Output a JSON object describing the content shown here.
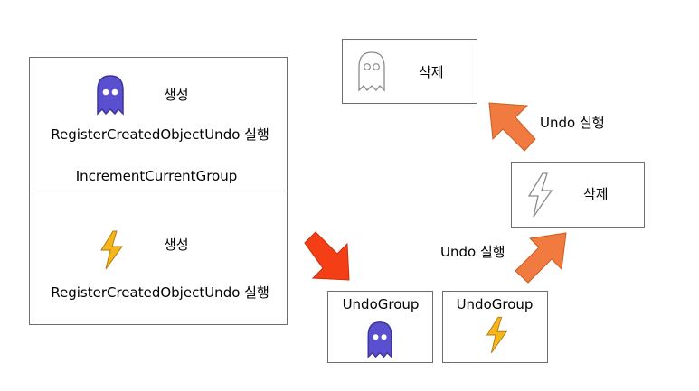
{
  "left_panel": {
    "top": {
      "create_label": "생성",
      "register_label": "RegisterCreatedObjectUndo 실행",
      "increment_label": "IncrementCurrentGroup",
      "icon": "ghost-icon"
    },
    "bottom": {
      "create_label": "생성",
      "register_label": "RegisterCreatedObjectUndo 실행",
      "icon": "lightning-icon"
    }
  },
  "undo_groups": [
    {
      "label": "UndoGroup",
      "icon": "ghost-icon"
    },
    {
      "label": "UndoGroup",
      "icon": "lightning-icon"
    }
  ],
  "deleted": [
    {
      "label": "삭제",
      "icon": "ghost-outline-icon"
    },
    {
      "label": "삭제",
      "icon": "lightning-outline-icon"
    }
  ],
  "undo_labels": [
    "Undo 실행",
    "Undo 실행"
  ],
  "colors": {
    "ghost_fill": "#5a4fcf",
    "lightning_fill": "#f7b51c",
    "arrow_red": "#f43f16",
    "arrow_orange": "#f07a3f"
  }
}
